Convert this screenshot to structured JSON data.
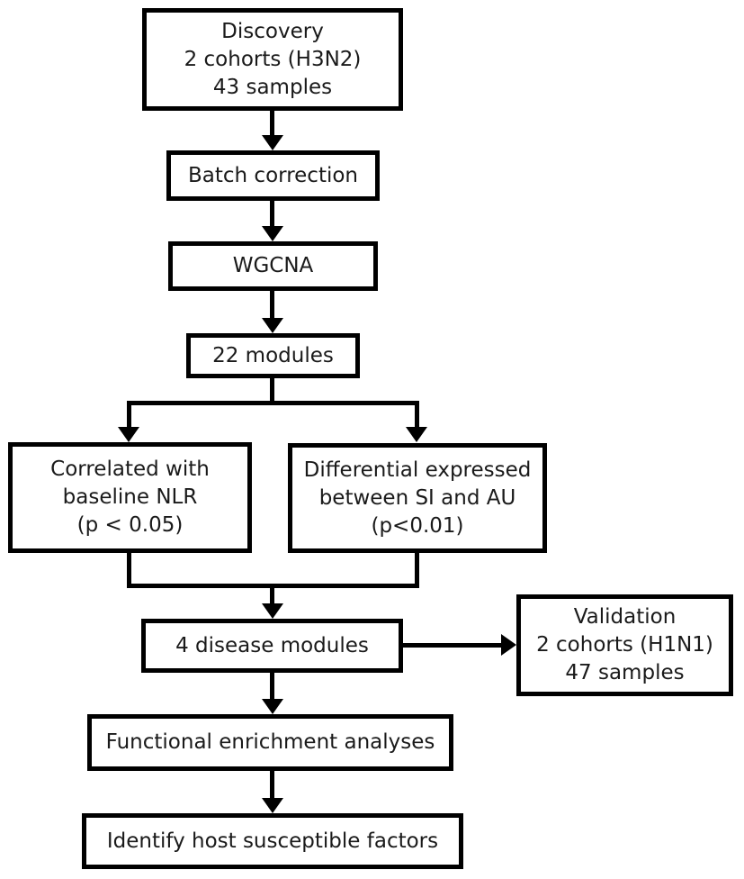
{
  "diagram": {
    "type": "flowchart",
    "colors": {
      "line": "#000000",
      "box_background": "#ffffff",
      "text": "#1a1a1a"
    },
    "nodes": {
      "discovery": {
        "lines": [
          "Discovery",
          "2 cohorts (H3N2)",
          "43 samples"
        ]
      },
      "batch_correction": {
        "label": "Batch correction"
      },
      "wgcna": {
        "label": "WGCNA"
      },
      "modules": {
        "label": "22 modules"
      },
      "correlated_nlr": {
        "lines": [
          "Correlated with",
          "baseline NLR",
          "(p < 0.05)"
        ]
      },
      "differential_expressed": {
        "lines": [
          "Differential expressed",
          "between SI and AU",
          "(p<0.01)"
        ]
      },
      "disease_modules": {
        "label": "4 disease modules"
      },
      "validation": {
        "lines": [
          "Validation",
          "2 cohorts (H1N1)",
          "47 samples"
        ]
      },
      "functional_enrichment": {
        "label": "Functional enrichment analyses"
      },
      "identify_factors": {
        "label": "Identify host susceptible factors"
      }
    },
    "edges": [
      {
        "from": "discovery",
        "to": "batch_correction"
      },
      {
        "from": "batch_correction",
        "to": "wgcna"
      },
      {
        "from": "wgcna",
        "to": "modules"
      },
      {
        "from": "modules",
        "to": "correlated_nlr"
      },
      {
        "from": "modules",
        "to": "differential_expressed"
      },
      {
        "from": "correlated_nlr",
        "to": "disease_modules"
      },
      {
        "from": "differential_expressed",
        "to": "disease_modules"
      },
      {
        "from": "disease_modules",
        "to": "validation"
      },
      {
        "from": "disease_modules",
        "to": "functional_enrichment"
      },
      {
        "from": "functional_enrichment",
        "to": "identify_factors"
      }
    ]
  }
}
